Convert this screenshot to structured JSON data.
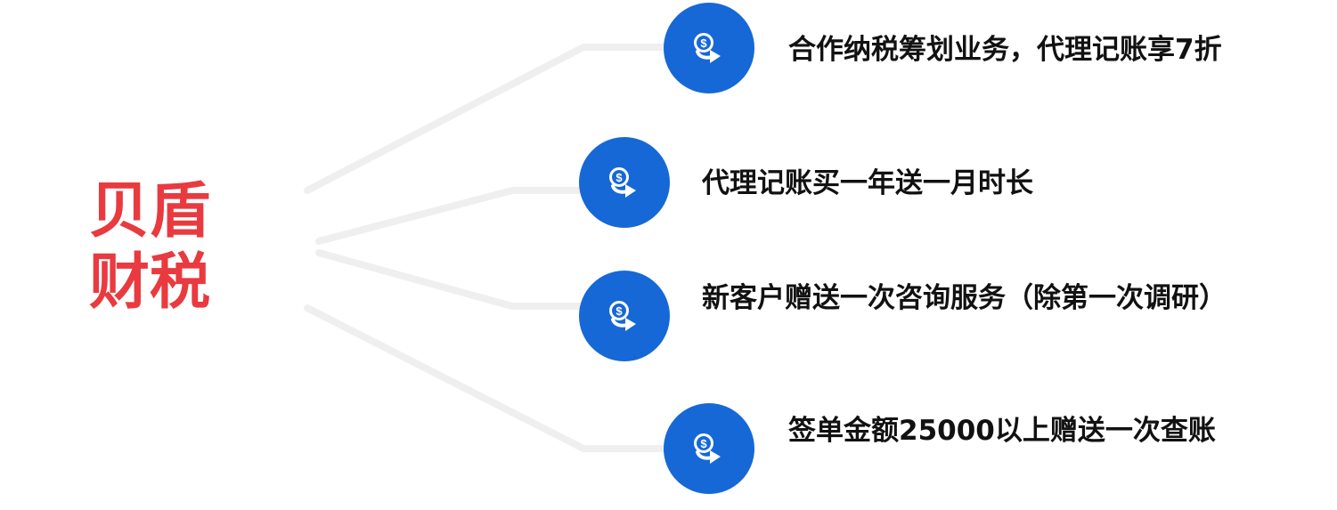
{
  "brand": {
    "line1": "贝盾",
    "line2": "财税"
  },
  "items": [
    {
      "text": "合作纳税筹划业务，代理记账享7折",
      "icon": "coin-arrow-icon"
    },
    {
      "text": "代理记账买一年送一月时长",
      "icon": "coin-arrow-icon"
    },
    {
      "text": "新客户赠送一次咨询服务（除第一次调研）",
      "icon": "coin-arrow-icon"
    },
    {
      "text": "签单金额25000以上赠送一次查账",
      "icon": "coin-arrow-icon"
    }
  ],
  "colors": {
    "brand": "#e93a3f",
    "icon_circle": "#1668d7",
    "connector": "#efefef",
    "text": "#111111"
  }
}
